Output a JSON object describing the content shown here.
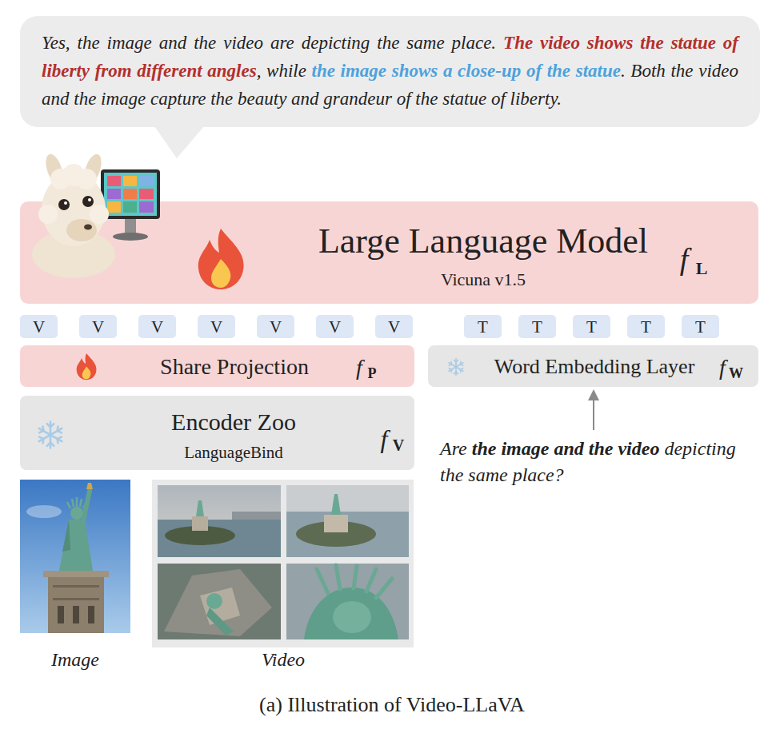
{
  "diagram": {
    "caption": "(a) Illustration of Video-LLaVA",
    "nodes": [
      {
        "text": [
          "Yes, the image and the video are depicting the same place.",
          "The video shows the statue of liberty from different angles",
          ", while",
          "the image shows a close-up of the statue",
          ". Both the video and the image capture the beauty and grandeur of the statue of liberty."
        ]
      },
      {
        "text": [
          "Large Language Model",
          "Vicuna v1.5",
          "f",
          "L"
        ]
      },
      {
        "text": [
          "V"
        ]
      },
      {
        "text": [
          "V"
        ]
      },
      {
        "text": [
          "V"
        ]
      },
      {
        "text": [
          "V"
        ]
      },
      {
        "text": [
          "V"
        ]
      },
      {
        "text": [
          "V"
        ]
      },
      {
        "text": [
          "V"
        ]
      },
      {
        "text": [
          "T"
        ]
      },
      {
        "text": [
          "T"
        ]
      },
      {
        "text": [
          "T"
        ]
      },
      {
        "text": [
          "T"
        ]
      },
      {
        "text": [
          "T"
        ]
      },
      {
        "text": [
          "Share Projection",
          "f",
          "P"
        ]
      },
      {
        "text": [
          "Word Embedding Layer",
          "f",
          "W"
        ]
      },
      {
        "text": [
          "Encoder Zoo",
          "LanguageBind",
          "f",
          "V"
        ]
      }
    ],
    "labels": [
      "Are",
      "the image and the video",
      "depicting the same place?",
      "Image",
      "Video"
    ]
  }
}
